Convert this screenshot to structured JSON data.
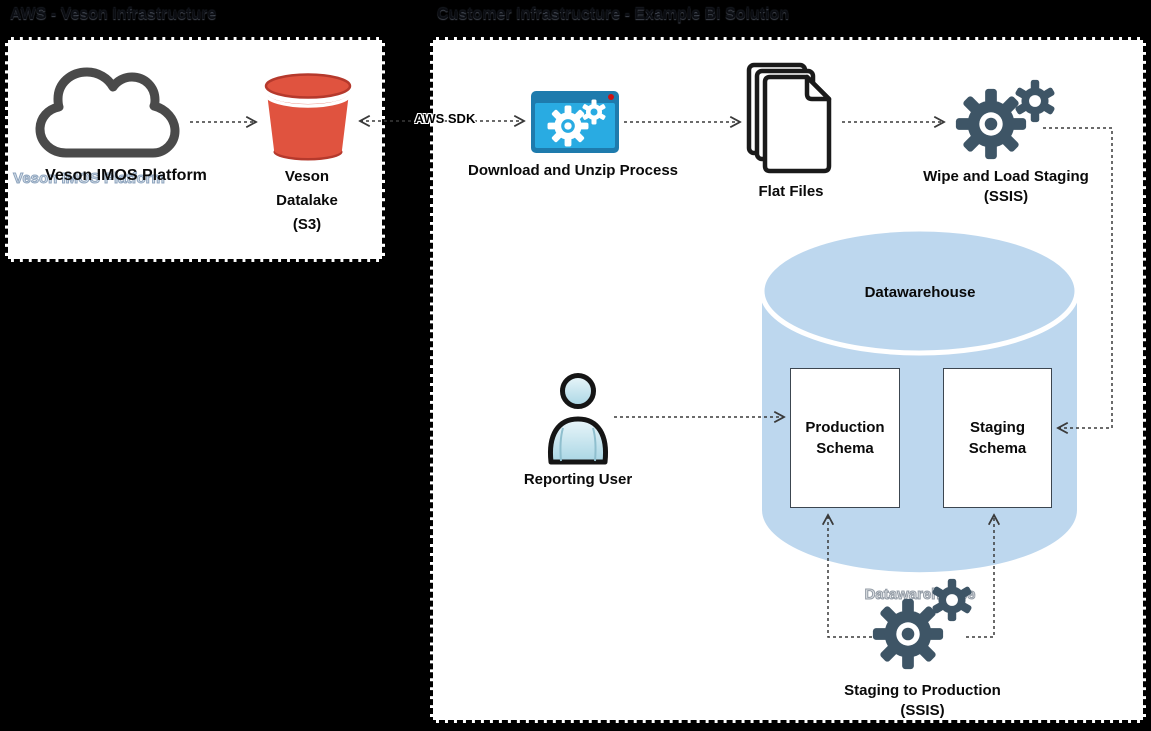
{
  "titles": {
    "aws": "AWS - Veson Infrastructure",
    "customer": "Customer Infrastructure - Example BI Solution"
  },
  "aws": {
    "platform_label": "Veson IMOS Platform",
    "platform_ghost": "Veson IMOS Platform",
    "datalake_label": [
      "Veson",
      "Datalake",
      "(S3)"
    ]
  },
  "connector_labels": {
    "aws_sdk": "AWS SDK"
  },
  "customer": {
    "download_process_label": "Download and Unzip Process",
    "flat_files_label": "Flat Files",
    "wipe_staging_label": [
      "Wipe and Load Staging",
      "(SSIS)"
    ],
    "datawarehouse_label": "Datawarehouse",
    "datawarehouse_ghost": "Datawarehouse",
    "production_schema_label": [
      "Production",
      "Schema"
    ],
    "staging_schema_label": [
      "Staging",
      "Schema"
    ],
    "reporting_user_label": "Reporting User",
    "staging_to_production_label": [
      "Staging to Production",
      "(SSIS)"
    ]
  },
  "icons": {
    "cloud-icon": "cloud outline",
    "s3-bucket-icon": "red AWS S3 bucket",
    "app-window-gears-icon": "blue application window with gears",
    "flat-files-icon": "stack of documents",
    "gears-icon": "two process gears",
    "database-cylinder-icon": "light blue database cylinder",
    "person-icon": "reporting user figure"
  },
  "colors": {
    "background": "#000000",
    "panel": "#ffffff",
    "s3_red": "#E0533F",
    "s3_red_dark": "#B5392C",
    "window_blue": "#29ABE2",
    "window_blue_dark": "#1E7BAD",
    "gear_slate": "#3E5566",
    "cylinder_blue": "#BDD7EE",
    "person_blue": "#CFE9F3",
    "connector": "#3a3a3a"
  }
}
